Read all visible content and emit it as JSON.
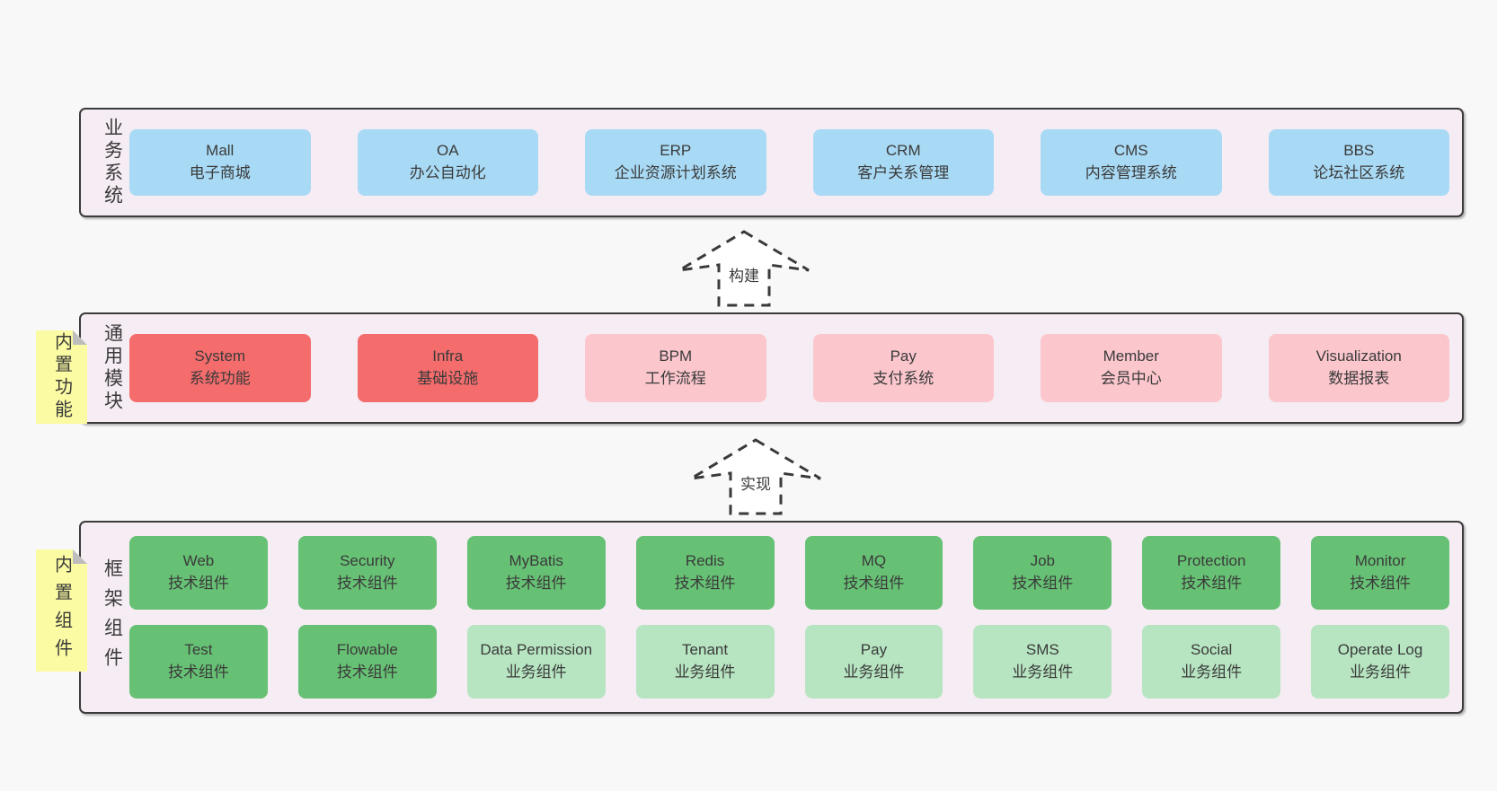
{
  "palette": {
    "page-bg": "#f8f8f8",
    "band-bg": "#f6ecf4",
    "band-border": "#3b3b3b",
    "blue": "#a9daf5",
    "red": "#f56c6c",
    "pink": "#fbc7cd",
    "green": "#67c175",
    "green-light": "#b7e5c1",
    "note-yellow": "#fbfba3",
    "note-fold": "#bdbdbd",
    "text": "#3a3a3a"
  },
  "arrows": {
    "build": "构建",
    "implement": "实现"
  },
  "bands": {
    "business": {
      "label": "业务系统",
      "boxes": [
        {
          "name": "Mall",
          "desc": "电子商城"
        },
        {
          "name": "OA",
          "desc": "办公自动化"
        },
        {
          "name": "ERP",
          "desc": "企业资源计划系统"
        },
        {
          "name": "CRM",
          "desc": "客户关系管理"
        },
        {
          "name": "CMS",
          "desc": "内容管理系统"
        },
        {
          "name": "BBS",
          "desc": "论坛社区系统"
        }
      ]
    },
    "modules": {
      "label": "通用模块",
      "note": "内置功能",
      "boxes": [
        {
          "name": "System",
          "desc": "系统功能",
          "variant": "red"
        },
        {
          "name": "Infra",
          "desc": "基础设施",
          "variant": "red"
        },
        {
          "name": "BPM",
          "desc": "工作流程",
          "variant": "pink"
        },
        {
          "name": "Pay",
          "desc": "支付系统",
          "variant": "pink"
        },
        {
          "name": "Member",
          "desc": "会员中心",
          "variant": "pink"
        },
        {
          "name": "Visualization",
          "desc": "数据报表",
          "variant": "pink"
        }
      ]
    },
    "components": {
      "label": "框架组件",
      "note": "内置组件",
      "row1": [
        {
          "name": "Web",
          "desc": "技术组件",
          "variant": "green"
        },
        {
          "name": "Security",
          "desc": "技术组件",
          "variant": "green"
        },
        {
          "name": "MyBatis",
          "desc": "技术组件",
          "variant": "green"
        },
        {
          "name": "Redis",
          "desc": "技术组件",
          "variant": "green"
        },
        {
          "name": "MQ",
          "desc": "技术组件",
          "variant": "green"
        },
        {
          "name": "Job",
          "desc": "技术组件",
          "variant": "green"
        },
        {
          "name": "Protection",
          "desc": "技术组件",
          "variant": "green"
        },
        {
          "name": "Monitor",
          "desc": "技术组件",
          "variant": "green"
        }
      ],
      "row2": [
        {
          "name": "Test",
          "desc": "技术组件",
          "variant": "green"
        },
        {
          "name": "Flowable",
          "desc": "技术组件",
          "variant": "green"
        },
        {
          "name": "Data Permission",
          "desc": "业务组件",
          "variant": "green-light"
        },
        {
          "name": "Tenant",
          "desc": "业务组件",
          "variant": "green-light"
        },
        {
          "name": "Pay",
          "desc": "业务组件",
          "variant": "green-light"
        },
        {
          "name": "SMS",
          "desc": "业务组件",
          "variant": "green-light"
        },
        {
          "name": "Social",
          "desc": "业务组件",
          "variant": "green-light"
        },
        {
          "name": "Operate Log",
          "desc": "业务组件",
          "variant": "green-light"
        }
      ]
    }
  }
}
